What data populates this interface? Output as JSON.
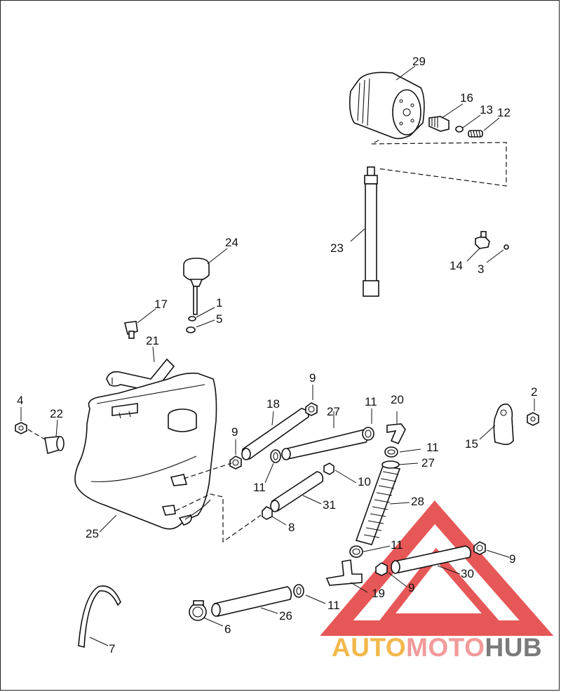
{
  "labels": {
    "p1": "1",
    "p2": "2",
    "p3": "3",
    "p4": "4",
    "p5": "5",
    "p6": "6",
    "p7": "7",
    "p8": "8",
    "p9a": "9",
    "p9b": "9",
    "p9c": "9",
    "p9d": "9",
    "p10": "10",
    "p11a": "11",
    "p11b": "11",
    "p11c": "11",
    "p11d": "11",
    "p11e": "11",
    "p12": "12",
    "p13": "13",
    "p14": "14",
    "p15": "15",
    "p16": "16",
    "p17": "17",
    "p18": "18",
    "p19": "19",
    "p20": "20",
    "p21": "21",
    "p22": "22",
    "p23": "23",
    "p24": "24",
    "p25": "25",
    "p26": "26",
    "p27a": "27",
    "p27b": "27",
    "p28": "28",
    "p29": "29",
    "p30": "30",
    "p31": "31"
  },
  "watermark": {
    "part1": "AUTO",
    "part2": "MOTO",
    "part3": "HUB",
    "colors": {
      "auto": "#f2b84b",
      "moto": "#f29a9a",
      "hub": "#7a7a7a",
      "triangle": "#e23a3a"
    }
  }
}
